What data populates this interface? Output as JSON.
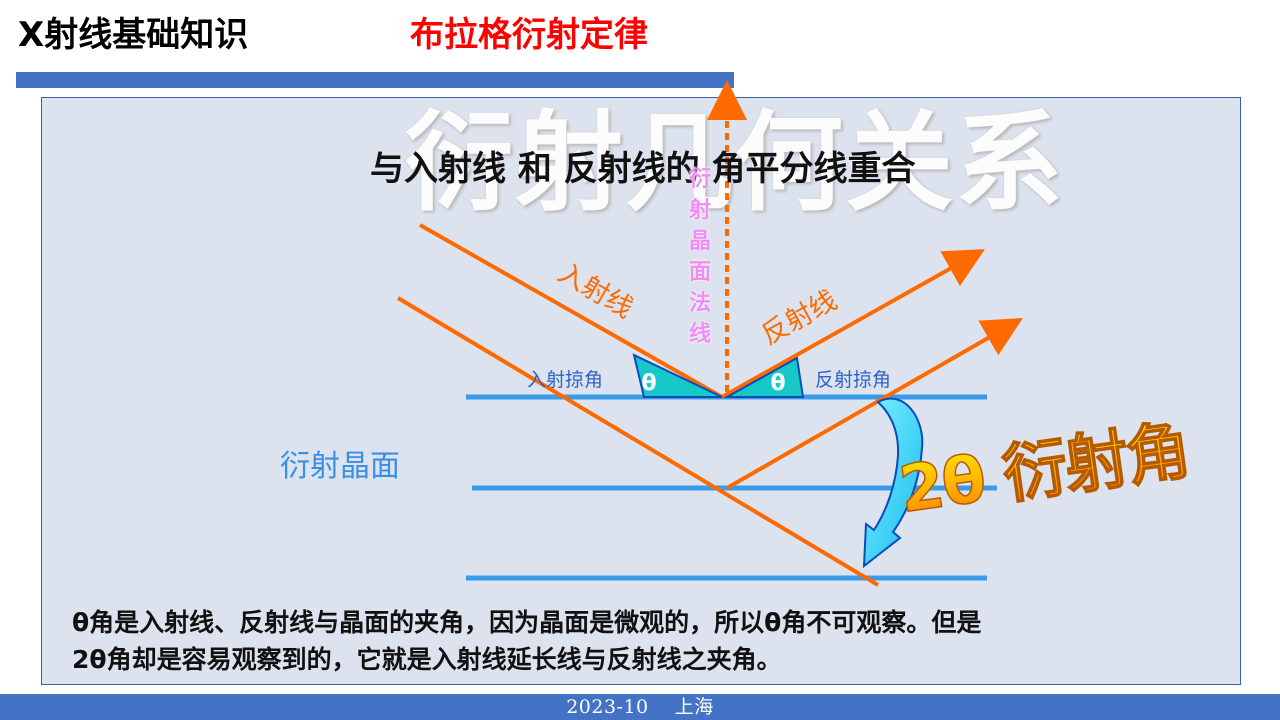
{
  "slide": {
    "title": "X射线基础知识",
    "subtitle": "布拉格衍射定律",
    "watermark": "衍射几何关系",
    "headline": "与入射线 和 反射线的 角平分线重合",
    "normal_label": "衍射晶面法线",
    "incident_label": "入射线",
    "reflected_label": "反射线",
    "incident_glancing_label": "入射掠角",
    "reflected_glancing_label": "反射掠角",
    "theta": "θ",
    "crystal_plane_label": "衍射晶面",
    "diffraction_angle_label": "2θ 衍射角",
    "description_line1": "θ角是入射线、反射线与晶面的夹角，因为晶面是微观的，所以θ角不可观察。但是",
    "description_line2": "2θ角却是容易观察到的，它就是入射线延长线与反射线之夹角。",
    "footer": "2023-10    上海"
  },
  "colors": {
    "accent_blue": "#4472c4",
    "ray_orange": "#ff6a00",
    "plane_blue": "#3a9be8",
    "title_red": "#ff0000",
    "normal_pink": "#f08cf2"
  },
  "icons": {
    "theta_wedge": "teal-angle-wedge",
    "rotation_arrow": "curved-arrow-icon"
  }
}
